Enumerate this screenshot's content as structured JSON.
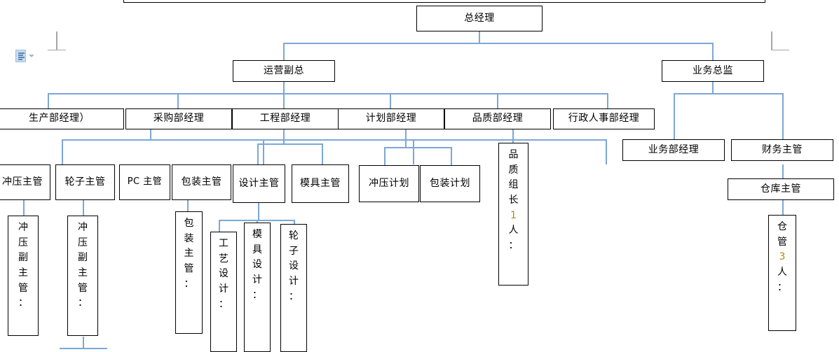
{
  "document": {
    "app": "word-document-canvas",
    "title": "组织架构图",
    "background_color": "#ffffff",
    "connector_color": "#7ba7d7",
    "box_border_color": "#000000",
    "text_color": "#000000",
    "number_color": "#b8860b",
    "marker_color": "#a6a6a6"
  },
  "artifacts": {
    "paste_options_icon": "paste-options-icon",
    "paste_options_caret": "chevron-down-icon",
    "text_boundary_marker_left": "text-boundary-corner-mark",
    "text_boundary_marker_right": "text-boundary-corner-mark",
    "outer_frame": "outer-container-box"
  },
  "nodes": {
    "ceo": "总经理",
    "vp_operations": "运营副总",
    "director_business": "业务总监",
    "mgr_production": "生产部经理）",
    "mgr_purchasing": "采购部经理",
    "mgr_engineering": "工程部经理",
    "mgr_planning": "计划部经理",
    "mgr_quality": "品质部经理",
    "mgr_hr_admin": "行政人事部经理",
    "mgr_business_dept": "业务部经理",
    "supervisor_finance": "财务主管",
    "supervisor_warehouse": "仓库主管",
    "supervisor_stamping": "冲压主管",
    "supervisor_wheel": "轮子主管",
    "supervisor_pc": "PC 主管",
    "supervisor_packaging": "包装主管",
    "supervisor_design": "设计主管",
    "supervisor_mould": "模具主管",
    "plan_stamping": "冲压计划",
    "plan_packaging": "包装计划"
  },
  "vertical_nodes": {
    "quality_group_leader": {
      "label": "品质组长 1 人：",
      "glyphs": [
        "品",
        "质",
        "组",
        "长",
        "1",
        "人",
        "："
      ],
      "numeric_index": 4
    },
    "warehouse_keeper": {
      "label": "仓管 3 人：",
      "glyphs": [
        "仓",
        "管",
        "3",
        "人",
        "："
      ],
      "numeric_index": 2
    },
    "stamping_deputy_1": {
      "label": "冲压副主管：",
      "glyphs": [
        "冲",
        "压",
        "副",
        "主",
        "管",
        "："
      ],
      "numeric_index": -1
    },
    "stamping_deputy_2": {
      "label": "冲压副主管：",
      "glyphs": [
        "冲",
        "压",
        "副",
        "主",
        "管",
        "："
      ],
      "numeric_index": -1
    },
    "packaging_supervisor_v": {
      "label": "包装主管：",
      "glyphs": [
        "包",
        "装",
        "主",
        "管",
        "："
      ],
      "numeric_index": -1
    },
    "process_design": {
      "label": "工艺设计：",
      "glyphs": [
        "工",
        "艺",
        "设",
        "计",
        "："
      ],
      "numeric_index": -1
    },
    "mould_design": {
      "label": "模具设计：",
      "glyphs": [
        "模",
        "具",
        "设",
        "计",
        "："
      ],
      "numeric_index": -1
    },
    "wheel_design": {
      "label": "轮子设计：",
      "glyphs": [
        "轮",
        "子",
        "设",
        "计",
        "："
      ],
      "numeric_index": -1
    }
  }
}
